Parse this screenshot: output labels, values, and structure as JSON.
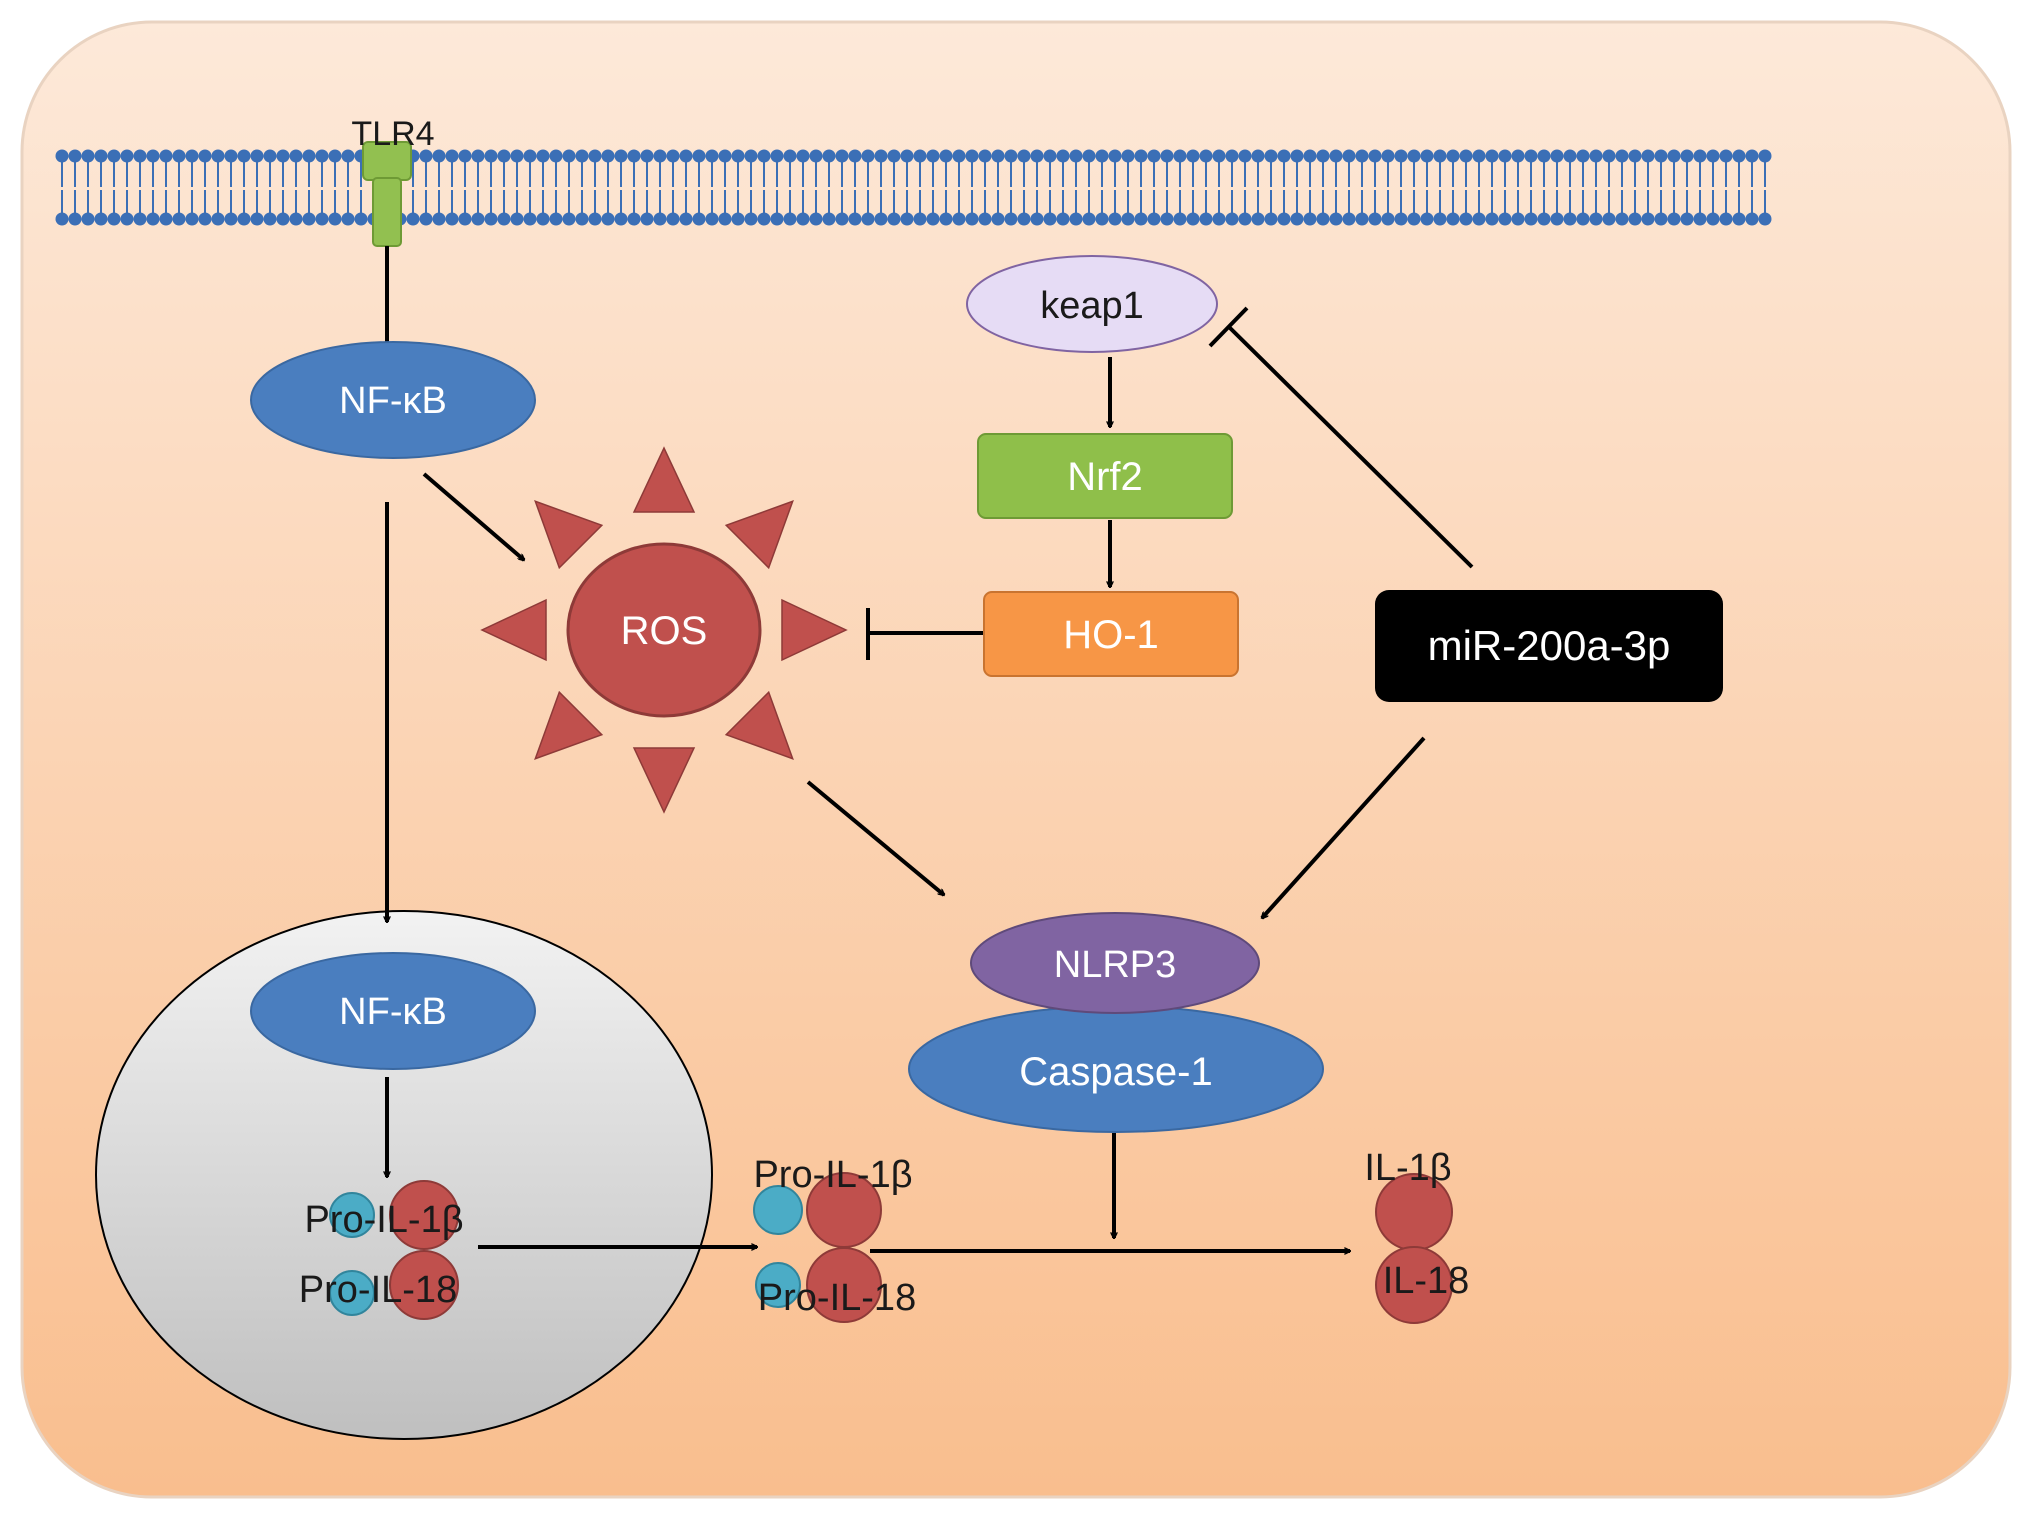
{
  "labels": {
    "tlr4": "TLR4",
    "nfkb_cyto": "NF-κB",
    "nfkb_nuc": "NF-κB",
    "ros": "ROS",
    "keap1": "keap1",
    "nrf2": "Nrf2",
    "ho1": "HO-1",
    "mir": "miR-200a-3p",
    "nlrp3": "NLRP3",
    "caspase1": "Caspase-1",
    "pro_il1b_nuc": "Pro-IL-1β",
    "pro_il18_nuc": "Pro-IL-18",
    "pro_il1b_cyto": "Pro-IL-1β",
    "pro_il18_cyto": "Pro-IL-18",
    "il1b": "IL-1β",
    "il18": "IL-18"
  },
  "colors": {
    "cell_fill_top": "#fde9d9",
    "cell_fill_bottom": "#f9be8e",
    "membrane": "#3b6fb6",
    "nfkb": "#4a7ebf",
    "ros": "#c0504d",
    "keap1": "#e6dcf5",
    "nrf2": "#8fbf4a",
    "ho1": "#f79646",
    "mir": "#000000",
    "nlrp3": "#8064a2",
    "caspase1": "#4a7ebf",
    "red_subunit": "#c0504d",
    "cyan_subunit": "#4bacc6",
    "tlr4": "#92c050",
    "nucleus": "#d9d9d9"
  }
}
